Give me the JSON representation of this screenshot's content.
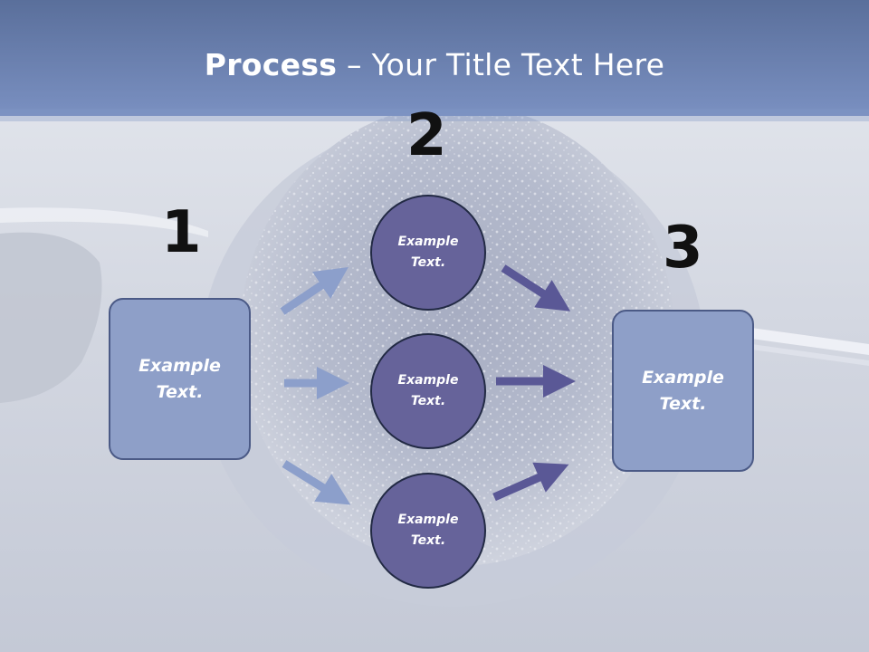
{
  "title": {
    "bold": "Process",
    "rest": " – Your Title Text Here"
  },
  "steps": {
    "one": {
      "number": "1",
      "text": "Example Text."
    },
    "two": {
      "number": "2",
      "items": [
        {
          "text": "Example Text."
        },
        {
          "text": "Example Text."
        },
        {
          "text": "Example Text."
        }
      ]
    },
    "three": {
      "number": "3",
      "text": "Example Text."
    }
  },
  "colors": {
    "header_band": "#6f86b8",
    "box_fill": "#8e9fc8",
    "box_border": "#4b5a86",
    "circle_fill": "#66639a",
    "circle_border": "#222a44",
    "arrow_light": "#8c9fcb",
    "arrow_dark": "#5a5896"
  }
}
